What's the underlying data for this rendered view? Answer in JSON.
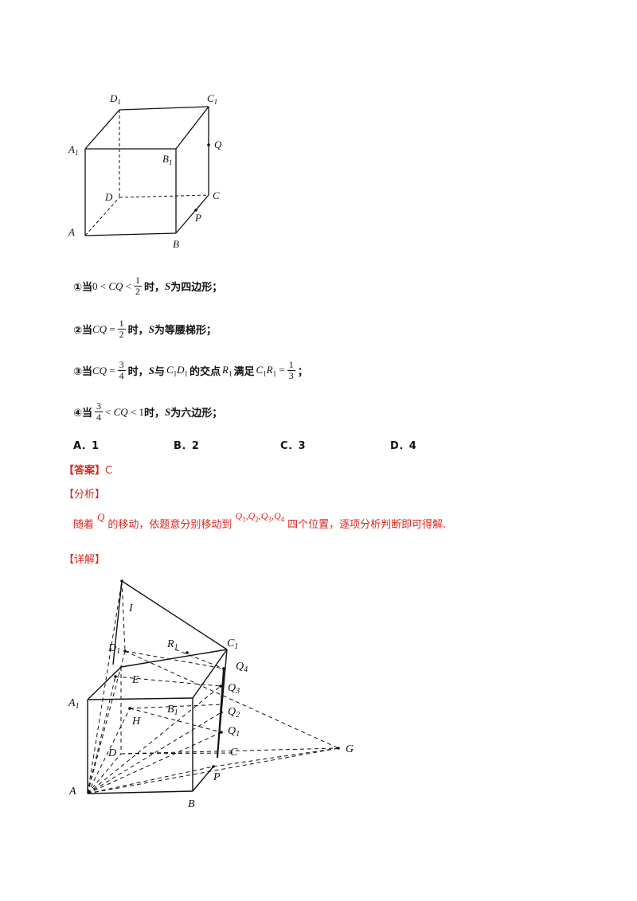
{
  "figure1": {
    "labels": {
      "D1": "D",
      "C1": "C",
      "A1": "A",
      "B1": "B",
      "Q": "Q",
      "D": "D",
      "C": "C",
      "P": "P",
      "A": "A",
      "B": "B"
    },
    "subscript": "1"
  },
  "items": [
    {
      "marker": "①当",
      "pre": "0 < ",
      "var": "CQ",
      "post": " < ",
      "num": "1",
      "den": "2",
      "tail": "时，",
      "S": "S",
      "desc": "为四边形；"
    },
    {
      "marker": "②当",
      "var": "CQ",
      "post": " = ",
      "num": "1",
      "den": "2",
      "tail": "时，",
      "S": "S",
      "desc": "为等腰梯形；"
    },
    {
      "marker": "③当",
      "var": "CQ",
      "post": " = ",
      "num": "3",
      "den": "4",
      "tail": "时，",
      "S": "S",
      "desc1": "与",
      "seg": "C",
      "seg2": "D",
      "desc2": "的交点",
      "pt": "R",
      "desc3": "满足",
      "rel": "C",
      "rel2": "R",
      "eq": " = ",
      "num2": "1",
      "den2": "3",
      "end": "；"
    },
    {
      "marker": "④当",
      "num": "3",
      "den": "4",
      "mid": " < ",
      "var": "CQ",
      "post": " < 1",
      "tail": "时，",
      "S": "S",
      "desc": "为六边形；"
    }
  ],
  "options": [
    "A．1",
    "B．2",
    "C．3",
    "D．4"
  ],
  "answer": {
    "label": "【答案】",
    "value": "C"
  },
  "analysis_label": "【分析】",
  "analysis": {
    "pre": "随着",
    "var": "Q",
    "mid": "的移动，依题意分别移动到",
    "points": "Q",
    "post": "四个位置，逐项分析判断即可得解."
  },
  "detail_label": "【详解】",
  "figure2": {
    "labels": {
      "I": "I",
      "D1": "D",
      "R1": "R",
      "C1": "C",
      "Q4": "Q",
      "Q3": "Q",
      "E": "E",
      "A1": "A",
      "B1": "B",
      "Q2": "Q",
      "H": "H",
      "Q1": "Q",
      "D": "D",
      "C": "C",
      "G": "G",
      "A": "A",
      "P": "P",
      "B": "B"
    },
    "subs": {
      "one": "1",
      "two": "2",
      "three": "3",
      "four": "4"
    }
  }
}
